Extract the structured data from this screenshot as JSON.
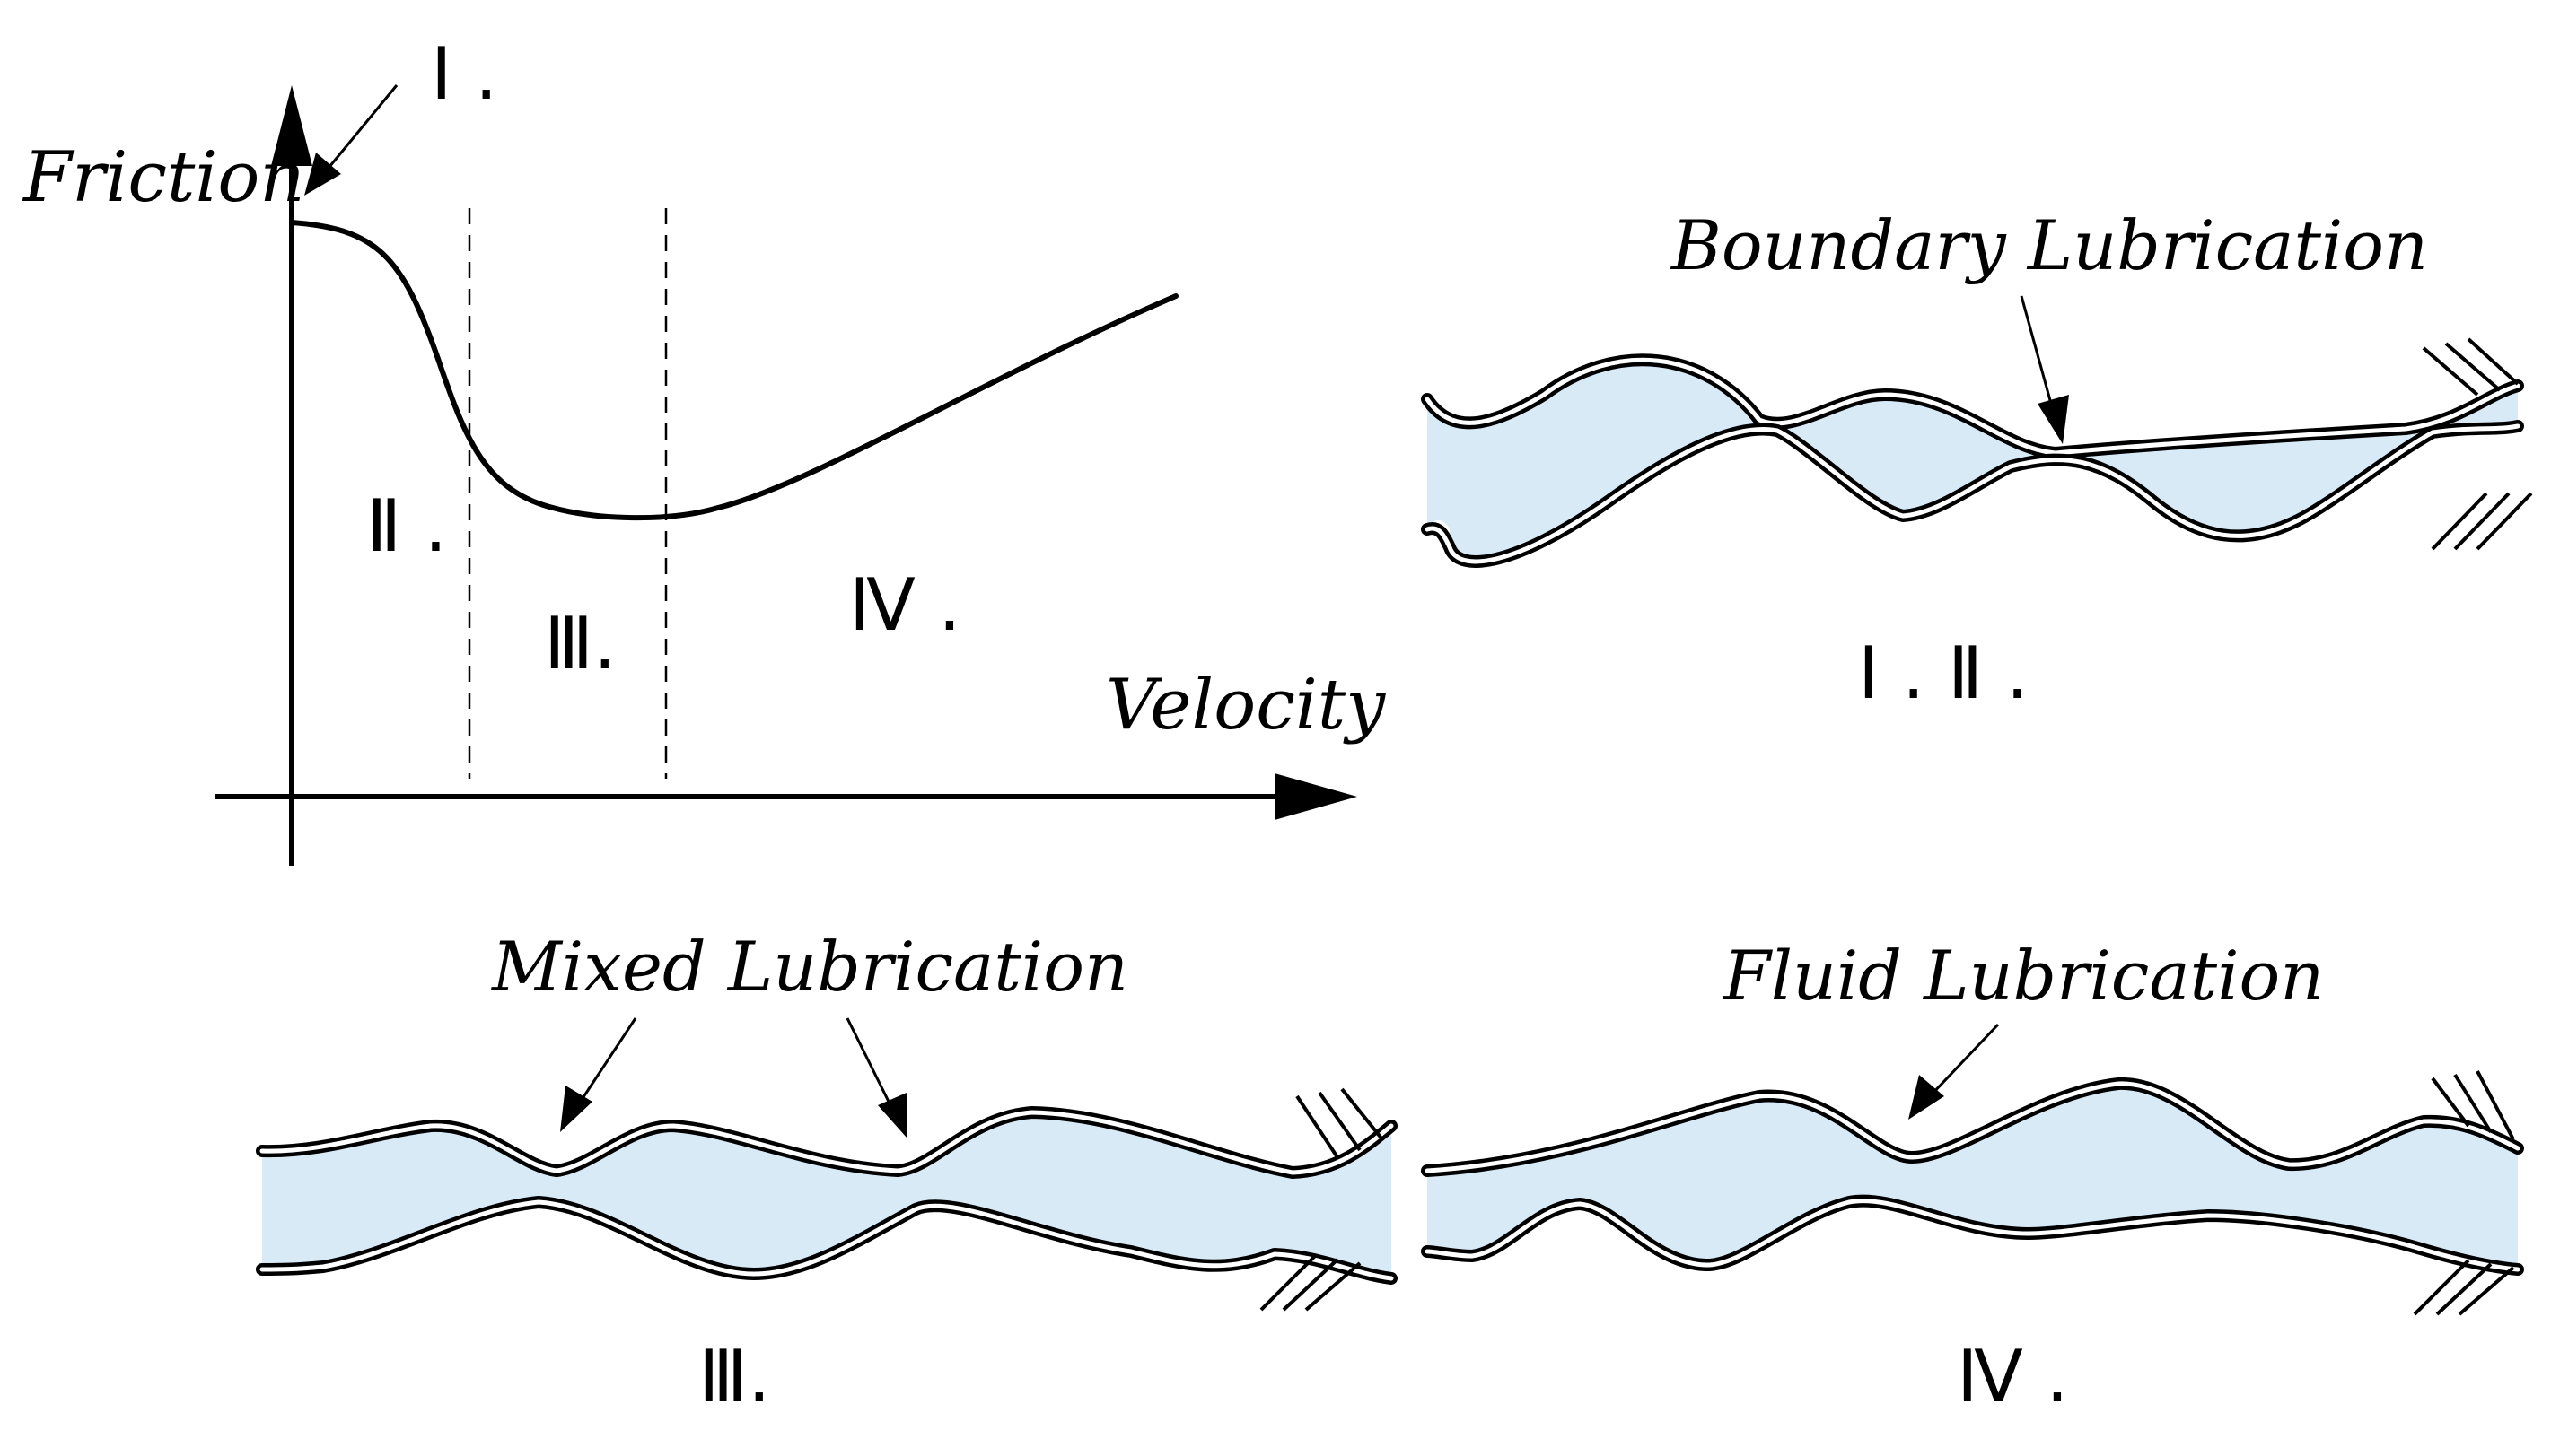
{
  "graph": {
    "y_axis_label": "Friction",
    "x_axis_label": "Velocity",
    "region_1": "Ⅰ .",
    "region_2": "Ⅱ .",
    "region_3": "Ⅲ.",
    "region_4": "Ⅳ ."
  },
  "panels": {
    "boundary": {
      "title": "Boundary Lubrication",
      "caption": "Ⅰ . Ⅱ ."
    },
    "mixed": {
      "title": "Mixed Lubrication",
      "caption": "Ⅲ."
    },
    "fluid": {
      "title": "Fluid Lubrication",
      "caption": "Ⅳ ."
    }
  },
  "colors": {
    "lubricant": "#d9eaf7",
    "ink": "#000000"
  }
}
